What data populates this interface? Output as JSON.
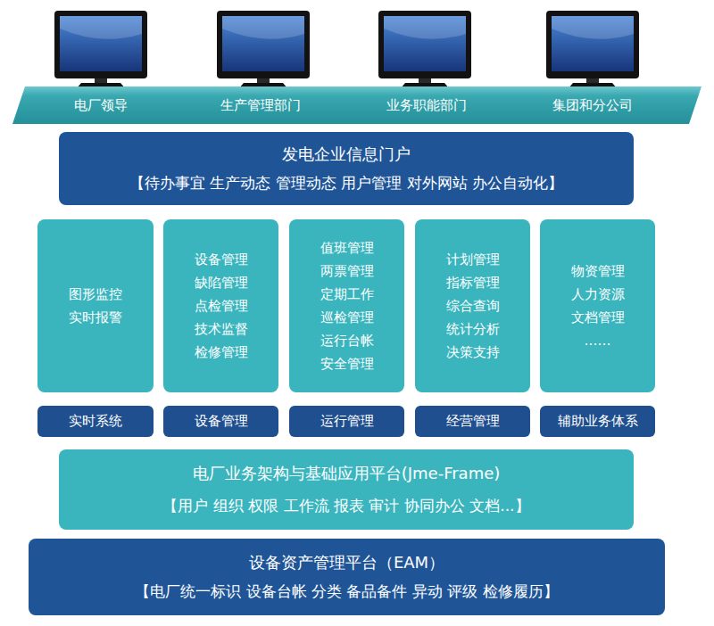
{
  "diagram": {
    "nodes": [
      {
        "text": [
          "电厂领导",
          "生产管理部门",
          "业务职能部门",
          "集团和分公司"
        ]
      },
      {
        "text": [
          "发电企业信息门户",
          "【待办事宜 生产动态 管理动态 用户管理 对外网站 办公自动化】"
        ]
      },
      {
        "text": [
          "图形监控",
          "实时报警"
        ]
      },
      {
        "text": [
          "设备管理",
          "缺陷管理",
          "点检管理",
          "技术监督",
          "检修管理"
        ]
      },
      {
        "text": [
          "值班管理",
          "两票管理",
          "定期工作",
          "巡检管理",
          "运行台帐",
          "安全管理"
        ]
      },
      {
        "text": [
          "计划管理",
          "指标管理",
          "综合查询",
          "统计分析",
          "决策支持"
        ]
      },
      {
        "text": [
          "物资管理",
          "人力资源",
          "文档管理",
          "……"
        ]
      },
      {
        "text": [
          "实时系统"
        ]
      },
      {
        "text": [
          "设备管理"
        ]
      },
      {
        "text": [
          "运行管理"
        ]
      },
      {
        "text": [
          "经营管理"
        ]
      },
      {
        "text": [
          "辅助业务体系"
        ]
      },
      {
        "text": [
          "电厂业务架构与基础应用平台(Jme-Frame)",
          "【用户 组织 权限 工作流 报表 审计 协同办公 文档...】"
        ]
      },
      {
        "text": [
          "设备资产管理平台（EAM）",
          "【电厂统一标识 设备台帐 分类 备品备件 异动 评级 检修履历】"
        ]
      }
    ]
  }
}
